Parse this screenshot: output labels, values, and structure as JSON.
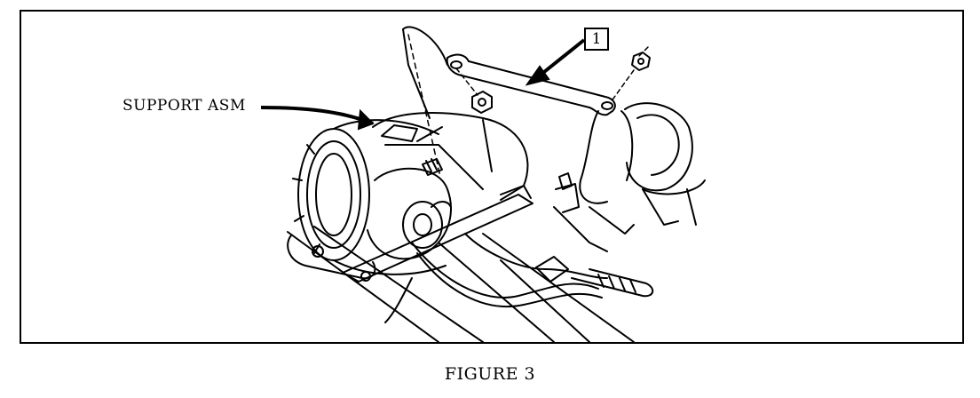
{
  "figure": {
    "labels": {
      "support": "SUPPORT ASM",
      "callout": "1"
    },
    "caption": "FIGURE 3"
  }
}
